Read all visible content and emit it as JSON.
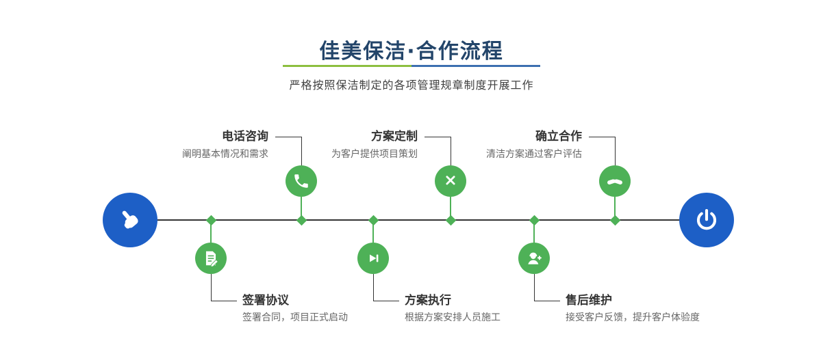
{
  "header": {
    "title": "佳美保洁·合作流程",
    "subtitle": "严格按照保洁制定的各项管理规章制度开展工作"
  },
  "timeline": {
    "start": {
      "icon": "pointing-hand-icon"
    },
    "end": {
      "icon": "power-icon"
    },
    "steps_top": [
      {
        "label": "电话咨询",
        "desc": "阐明基本情况和需求",
        "icon": "phone-icon"
      },
      {
        "label": "方案定制",
        "desc": "为客户提供项目策划",
        "icon": "design-tools-icon"
      },
      {
        "label": "确立合作",
        "desc": "清洁方案通过客户评估",
        "icon": "handshake-icon"
      }
    ],
    "steps_bottom": [
      {
        "label": "签署协议",
        "desc": "签署合同，项目正式启动",
        "icon": "contract-sign-icon"
      },
      {
        "label": "方案执行",
        "desc": "根据方案安排人员施工",
        "icon": "play-next-icon"
      },
      {
        "label": "售后维护",
        "desc": "接受客户反馈，提升客户体验度",
        "icon": "customer-support-icon"
      }
    ]
  },
  "colors": {
    "green": "#4eb157",
    "blue": "#1d5fc6",
    "title_navy": "#23456a",
    "underline_green": "#8cbf3f",
    "underline_blue": "#3c6fb0",
    "line": "#333333"
  }
}
